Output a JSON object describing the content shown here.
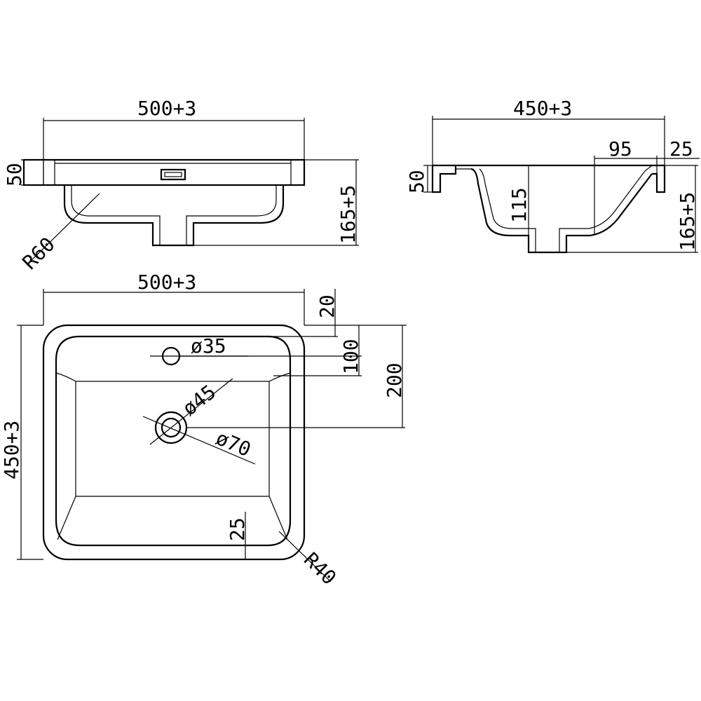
{
  "front_view": {
    "width_label": "500+3",
    "rim_height_label": "50",
    "total_height_label": "165+5",
    "radius_label": "R60"
  },
  "side_view": {
    "depth_label": "450+3",
    "offset_label": "95",
    "rim_back_label": "25",
    "rim_height_label": "50",
    "bowl_depth_label": "115",
    "total_height_label": "165+5"
  },
  "top_view": {
    "width_label": "500+3",
    "depth_label": "450+3",
    "rim_front_label": "20",
    "tap_offset_label": "100",
    "waste_offset_label": "200",
    "tap_hole_label": "ø35",
    "waste_inner_label": "ø45",
    "waste_outer_label": "ø70",
    "bottom_rim_label": "25",
    "corner_radius_label": "R40"
  }
}
